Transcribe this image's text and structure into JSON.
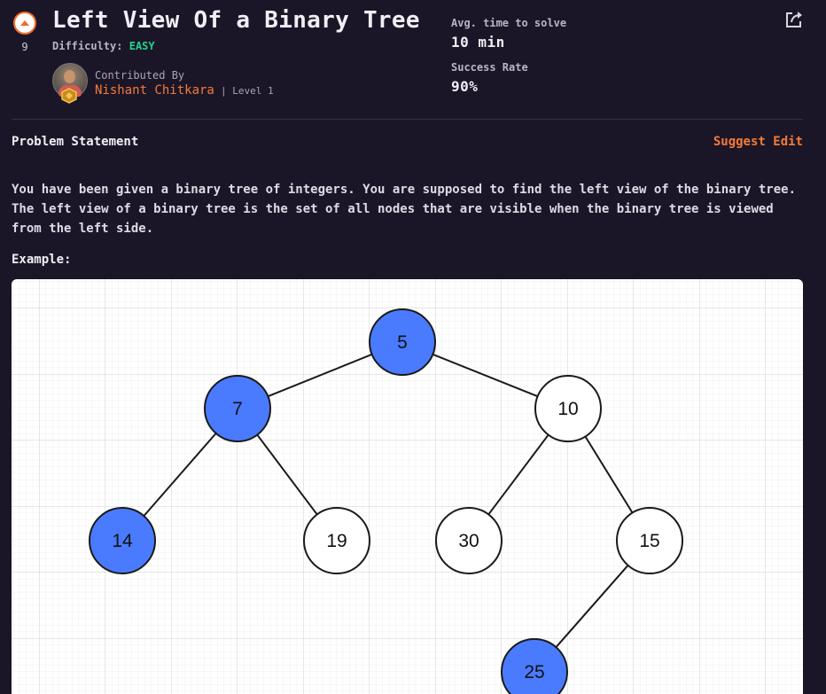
{
  "problem": {
    "upvotes": "9",
    "title": "Left View Of a Binary Tree",
    "difficulty_label": "Difficulty:",
    "difficulty_value": "EASY"
  },
  "contributor": {
    "label": "Contributed By",
    "name": "Nishant Chitkara",
    "level": "| Level 1"
  },
  "stats": {
    "avg_time_label": "Avg. time to solve",
    "avg_time_value": "10 min",
    "success_label": "Success Rate",
    "success_value": "90%"
  },
  "section": {
    "title": "Problem Statement",
    "suggest_edit": "Suggest Edit",
    "statement": "You have been given a binary tree of integers. You are supposed to find the left view of the binary tree. The left view of a binary tree is the set of all nodes that are visible when the binary tree is viewed from the left side.",
    "example_label": "Example:"
  },
  "tree": {
    "nodes": [
      {
        "id": "n5",
        "label": "5",
        "highlighted": true
      },
      {
        "id": "n7",
        "label": "7",
        "highlighted": true
      },
      {
        "id": "n10",
        "label": "10",
        "highlighted": false
      },
      {
        "id": "n14",
        "label": "14",
        "highlighted": true
      },
      {
        "id": "n19",
        "label": "19",
        "highlighted": false
      },
      {
        "id": "n30",
        "label": "30",
        "highlighted": false
      },
      {
        "id": "n15",
        "label": "15",
        "highlighted": false
      },
      {
        "id": "n25",
        "label": "25",
        "highlighted": true
      }
    ],
    "edges": [
      [
        "n5",
        "n7"
      ],
      [
        "n5",
        "n10"
      ],
      [
        "n7",
        "n14"
      ],
      [
        "n7",
        "n19"
      ],
      [
        "n10",
        "n30"
      ],
      [
        "n10",
        "n15"
      ],
      [
        "n15",
        "n25"
      ]
    ]
  },
  "colors": {
    "accent": "#f37b37",
    "easy": "#22d38a",
    "highlight_node": "#4a7bff",
    "background": "#1b1627"
  },
  "icons": {
    "upvote": "upvote-arrow-icon",
    "share": "share-icon",
    "badge": "level-badge-icon"
  }
}
